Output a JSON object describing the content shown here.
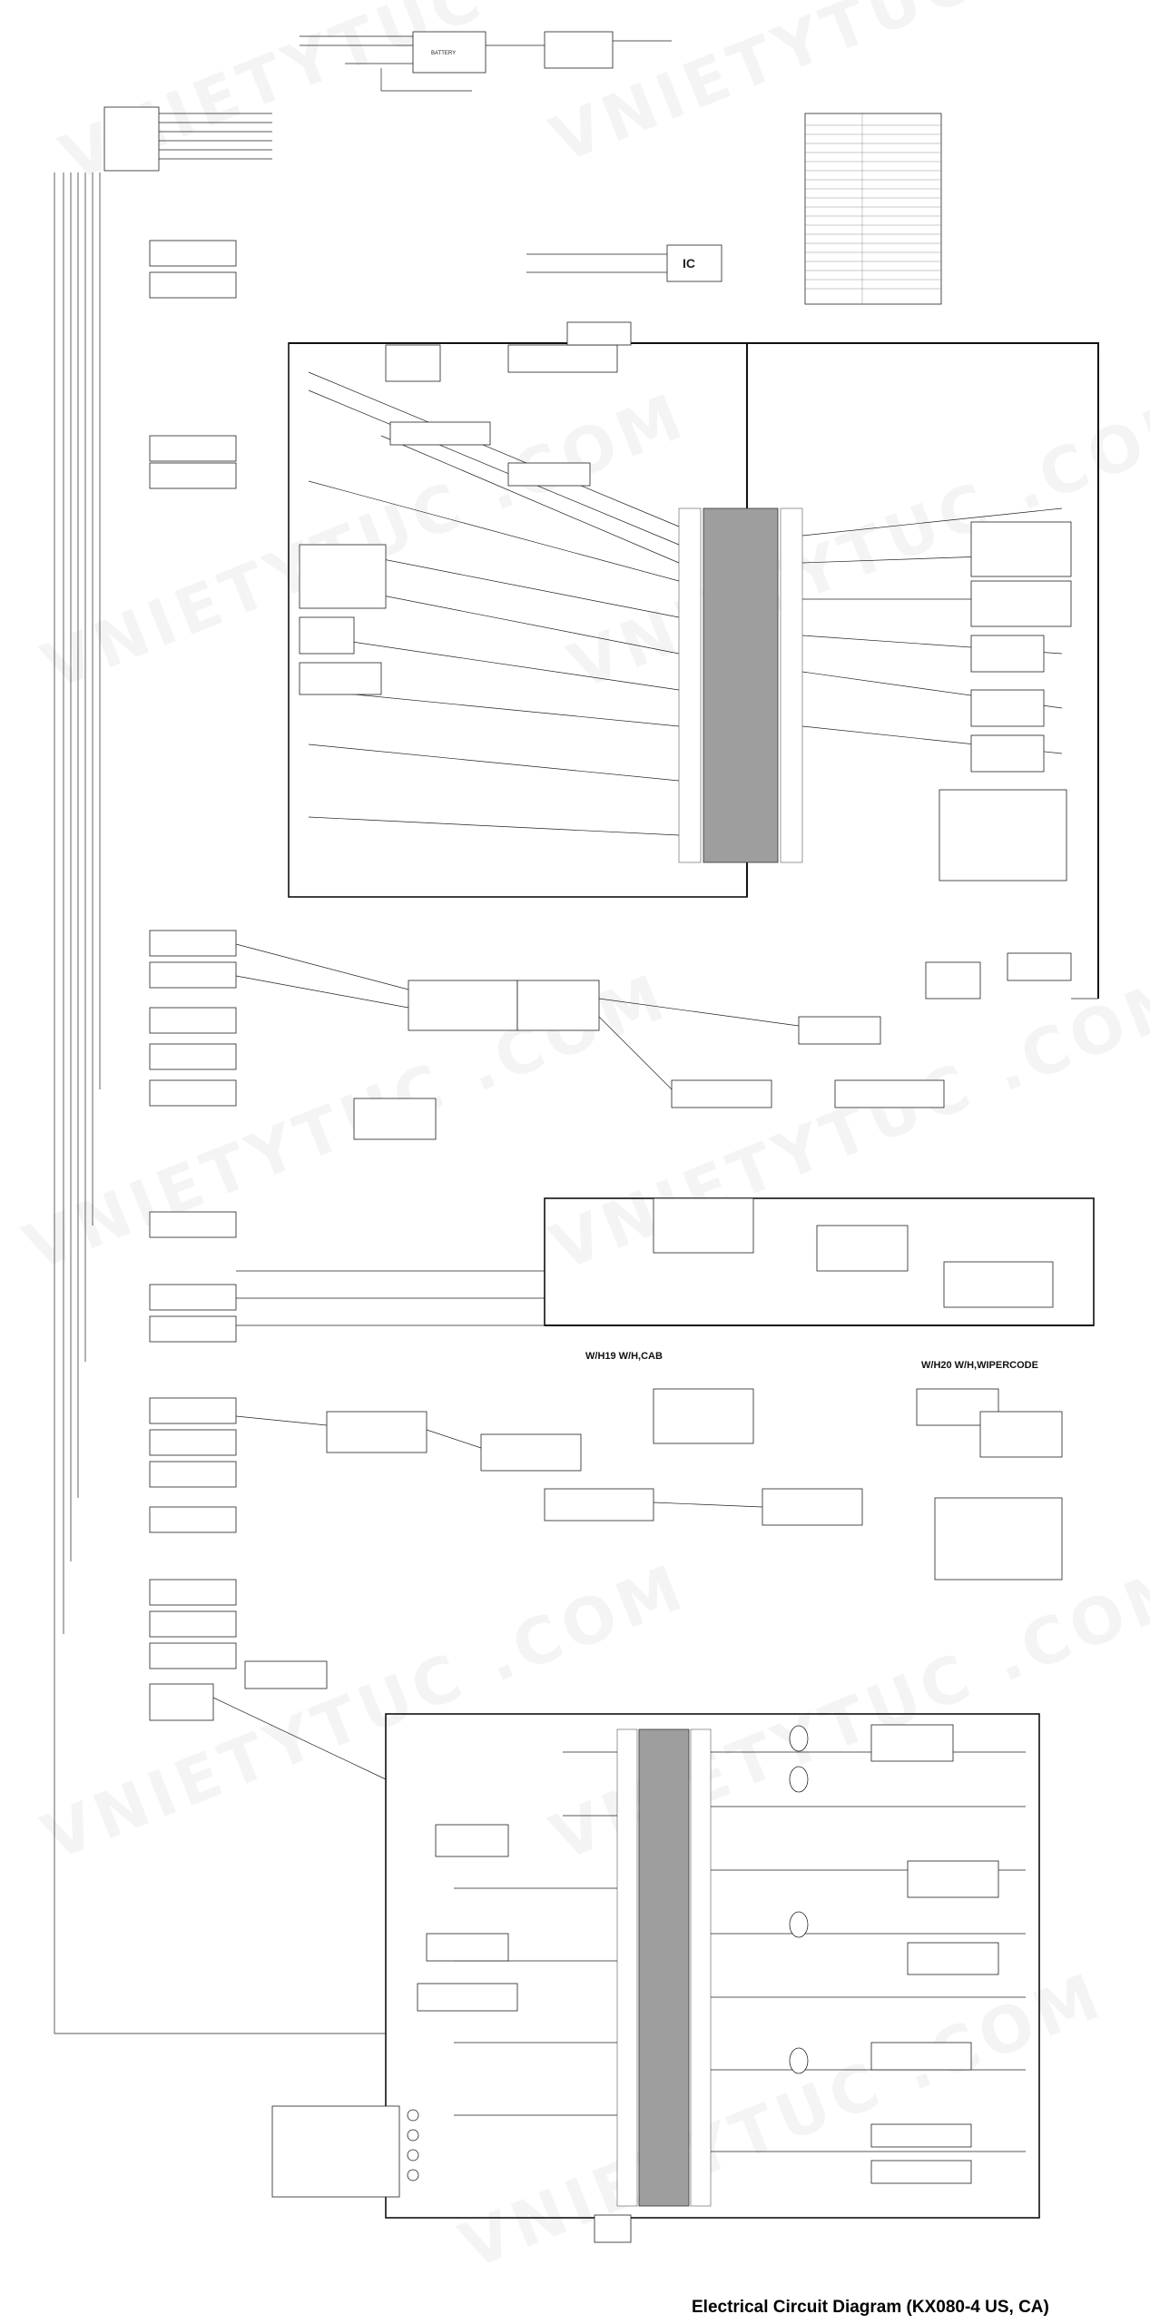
{
  "title": "Electrical Circuit Diagram (KX080-4 US, CA)",
  "watermark": "VNIETYTUC .COM",
  "harness_labels": {
    "cab": "W/H19 W/H,CAB",
    "wiper": "W/H20 W/H,WIPERCODE"
  },
  "connector_labels": {
    "ic": "IC",
    "battery": "BATTERY"
  },
  "colors": {
    "line": "#222222",
    "ecu_fill": "#9e9e9e",
    "background": "#ffffff"
  }
}
